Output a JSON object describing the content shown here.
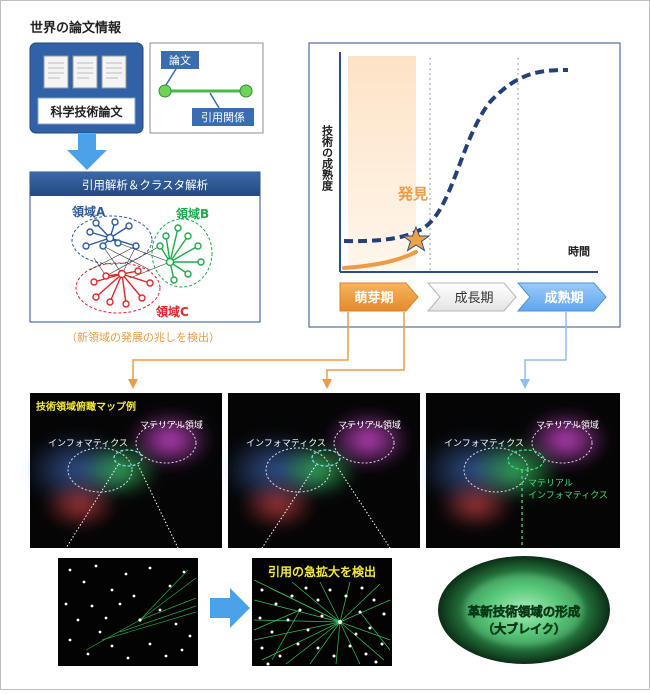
{
  "top_title": "世界の論文情報",
  "papers_label": "科学技術論文",
  "legend": {
    "paper": "論文",
    "citation": "引用関係"
  },
  "analysis_title": "引用解析＆クラスタ解析",
  "clusters": {
    "a": "領域A",
    "b": "領域B",
    "c": "領域C"
  },
  "detect_caption": "（新領域の発展の兆しを検出）",
  "chart": {
    "ylabel": "技術の成熟度",
    "xlabel": "時間",
    "discovery": "発見"
  },
  "phases": {
    "sprout": "萌芽期",
    "growth": "成長期",
    "mature": "成熟期"
  },
  "maps": {
    "caption": "技術領域俯瞰マップ例",
    "informatics": "インフォマティクス",
    "material": "マテリアル領域",
    "new_field_line1": "マテリアル",
    "new_field_line2": "インフォマティクス"
  },
  "citation_spike": "引用の急拡大を検出",
  "breakthrough": {
    "line1": "革新技術領域の形成",
    "line2": "（大ブレイク）"
  },
  "colors": {
    "navy": "#2a4f8c",
    "blue_arrow": "#4aa3e8",
    "orange": "#ef9a45",
    "green": "#1fa84a",
    "red": "#e0262b",
    "cluster_a": "#2d5b9f"
  }
}
